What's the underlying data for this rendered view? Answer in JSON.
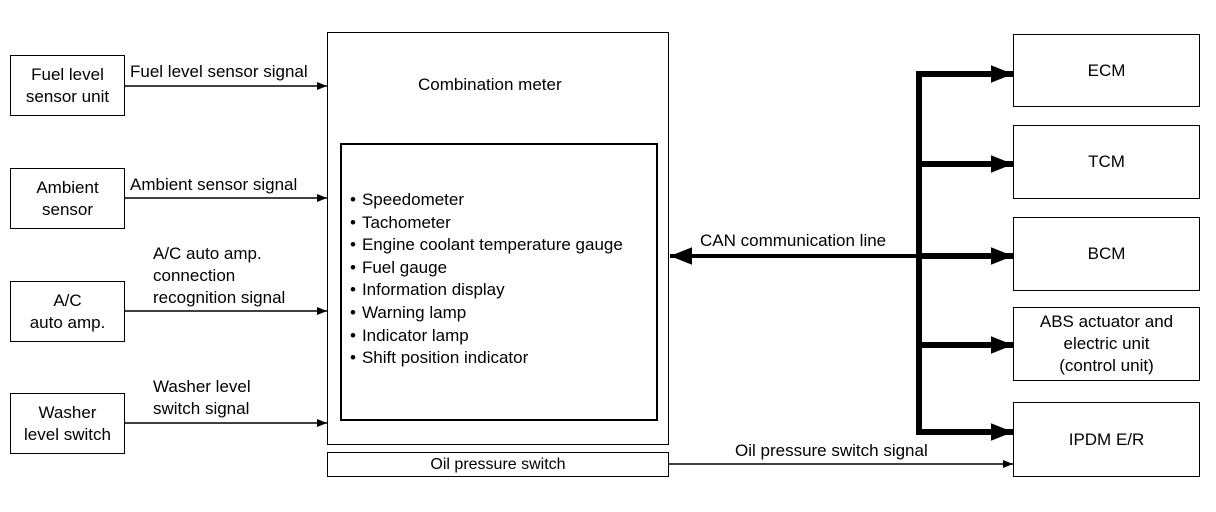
{
  "inputs": {
    "fuel_sensor": {
      "name": "Fuel level\nsensor unit",
      "signal": "Fuel level sensor signal"
    },
    "ambient_sensor": {
      "name": "Ambient\nsensor",
      "signal": "Ambient sensor signal"
    },
    "ac_amp": {
      "name": "A/C\nauto amp.",
      "signal": "A/C auto amp.\nconnection\nrecognition signal"
    },
    "washer_switch": {
      "name": "Washer\nlevel switch",
      "signal": "Washer level\nswitch signal"
    }
  },
  "meter": {
    "title": "Combination meter",
    "functions": [
      "Speedometer",
      "Tachometer",
      "Engine coolant temperature gauge",
      "Fuel gauge",
      "Information display",
      "Warning lamp",
      "Indicator lamp",
      "Shift position indicator"
    ]
  },
  "oil_switch": {
    "name": "Oil pressure switch",
    "signal": "Oil pressure switch signal"
  },
  "can_line": {
    "label": "CAN communication line"
  },
  "units": {
    "ecm": "ECM",
    "tcm": "TCM",
    "bcm": "BCM",
    "abs": "ABS actuator and\nelectric unit\n(control unit)",
    "ipdm": "IPDM E/R"
  }
}
